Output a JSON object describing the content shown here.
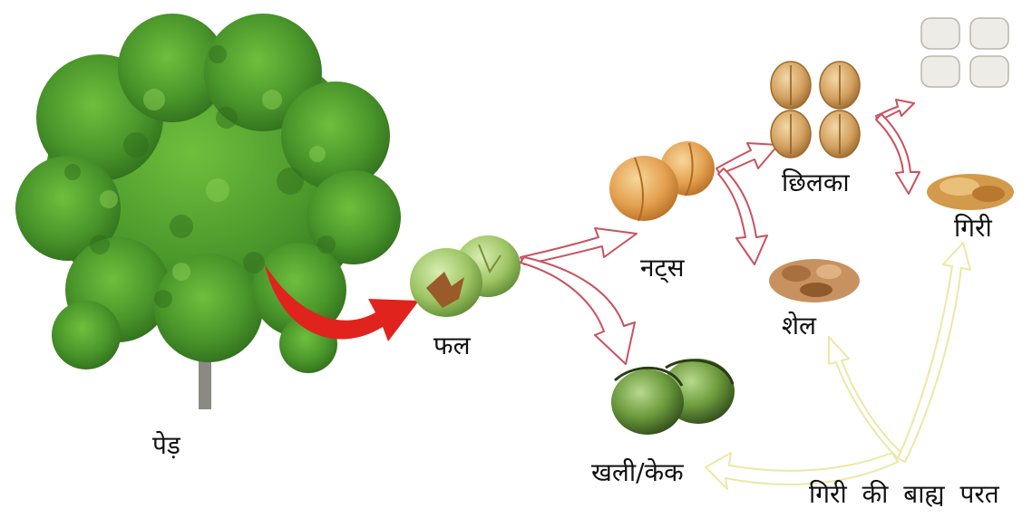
{
  "labels": {
    "tree": "पेड़",
    "fruit": "फल",
    "nuts": "नट्स",
    "shell": "छिलका",
    "kernel": "गिरी",
    "husk": "शेल",
    "cake": "खली/केक",
    "outer_layer": "गिरी की बाह्य परत"
  },
  "colors": {
    "main_arrow": "#e0231c",
    "flow_arrow": "#c9525e",
    "recycle_arrow": "#ece8a6",
    "foliage": "#4c9a2a",
    "trunk": "#8a8a82"
  }
}
